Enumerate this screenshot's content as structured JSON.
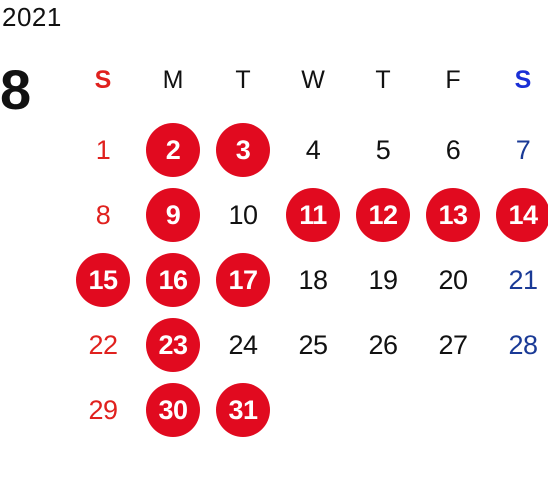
{
  "calendar": {
    "year": "2021",
    "month": "8",
    "weekdays": [
      "S",
      "M",
      "T",
      "W",
      "T",
      "F",
      "S"
    ],
    "first_weekday_index": 0,
    "days_in_month": 31,
    "highlighted_days": [
      2,
      3,
      9,
      11,
      12,
      13,
      14,
      15,
      16,
      17,
      23,
      30,
      31
    ],
    "colors": {
      "sunday": "#e0211e",
      "saturday": "#1a3a96",
      "highlight_fill": "#e10a1f",
      "highlight_text": "#ffffff",
      "weekday_text": "#111111"
    }
  }
}
